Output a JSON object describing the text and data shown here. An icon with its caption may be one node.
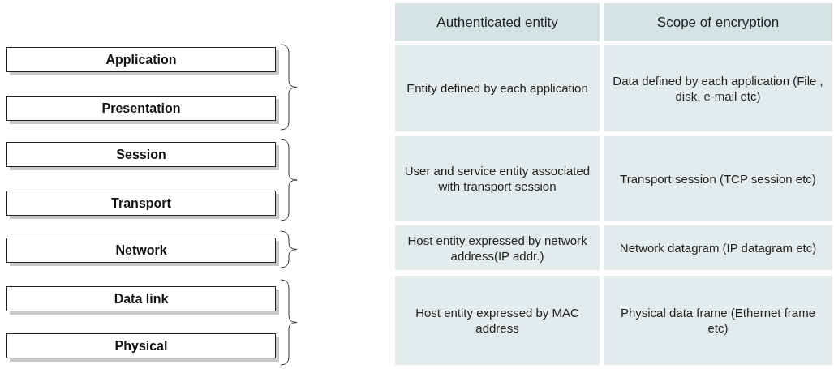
{
  "diagram": {
    "nodes": [
      {
        "text": [
          "Application"
        ]
      },
      {
        "text": [
          "Presentation"
        ]
      },
      {
        "text": [
          "Session"
        ]
      },
      {
        "text": [
          "Transport"
        ]
      },
      {
        "text": [
          "Network"
        ]
      },
      {
        "text": [
          "Data link"
        ]
      },
      {
        "text": [
          "Physical"
        ]
      }
    ],
    "labels": [
      "Authenticated entity",
      "Scope of encryption",
      "Entity defined by each application",
      "Data defined by each application (File , disk, e-mail etc)",
      "User and service entity associated with transport session",
      "Transport session (TCP session etc)",
      "Host entity expressed by network address(IP addr.)",
      "Network datagram (IP datagram etc)",
      "Host entity expressed by MAC address",
      "Physical data frame (Ethernet frame etc)"
    ]
  }
}
